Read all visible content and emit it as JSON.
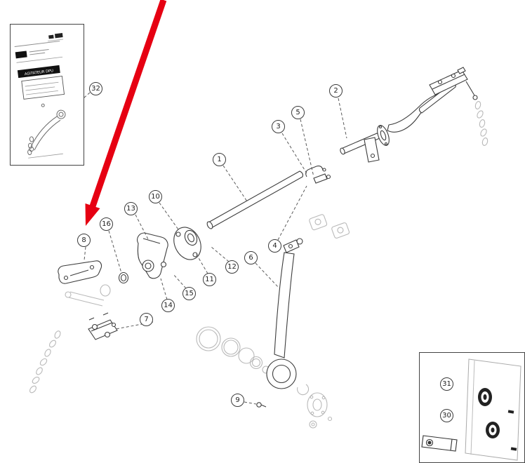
{
  "diagram": {
    "kind": "exploded-parts-diagram"
  },
  "colors": {
    "arrow": "#e60012",
    "line": "#3d3d3d",
    "ghost": "#b9b9b9"
  },
  "callouts": [
    {
      "num": "1"
    },
    {
      "num": "2"
    },
    {
      "num": "3"
    },
    {
      "num": "4"
    },
    {
      "num": "5"
    },
    {
      "num": "6"
    },
    {
      "num": "7"
    },
    {
      "num": "8"
    },
    {
      "num": "9"
    },
    {
      "num": "10"
    },
    {
      "num": "11"
    },
    {
      "num": "12"
    },
    {
      "num": "13"
    },
    {
      "num": "14"
    },
    {
      "num": "15"
    },
    {
      "num": "16"
    },
    {
      "num": "30"
    },
    {
      "num": "31"
    },
    {
      "num": "32"
    }
  ],
  "inset_document": {
    "bar_label": "AGITATEUR DPU"
  }
}
